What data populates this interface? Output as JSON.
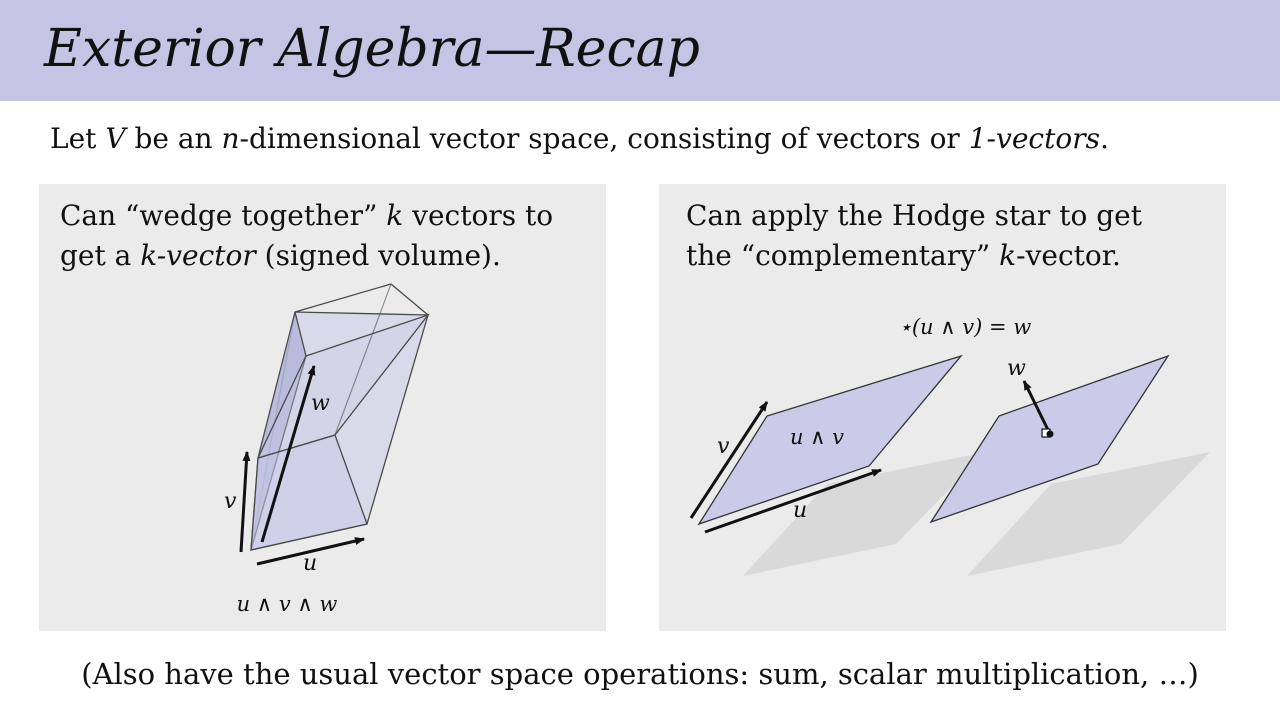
{
  "slide": {
    "title": "Exterior Algebra—Recap",
    "intro": {
      "prefix": "Let ",
      "V": "V",
      "mid": " be an ",
      "n": "n",
      "suffix": "-dimensional vector space, consisting of vectors or ",
      "term": "1-vectors",
      "end": "."
    },
    "footnote": "(Also have the usual vector space operations: sum, scalar multiplication, …)"
  },
  "left_panel": {
    "line1_a": "Can “wedge together” ",
    "line1_k": "k",
    "line1_b": " vectors to",
    "line2_a": "get a ",
    "line2_term": "k-vector",
    "line2_b": " (signed volume).",
    "labels": {
      "w": "w",
      "v": "v",
      "u": "u",
      "caption": "u ∧ v ∧ w"
    }
  },
  "right_panel": {
    "line1": "Can apply the Hodge star to get",
    "line2_a": "the “complementary” ",
    "line2_k": "k",
    "line2_b": "-vector.",
    "labels": {
      "equation": "⋆(u ∧ v) = w",
      "v": "v",
      "uv": "u ∧ v",
      "u": "u",
      "w": "w"
    }
  },
  "colors": {
    "title_bar": "#c4c4e5",
    "panel": "#ebebeb",
    "shape_fill": "#c9cbe8",
    "shape_stroke": "#3a3a3a"
  }
}
